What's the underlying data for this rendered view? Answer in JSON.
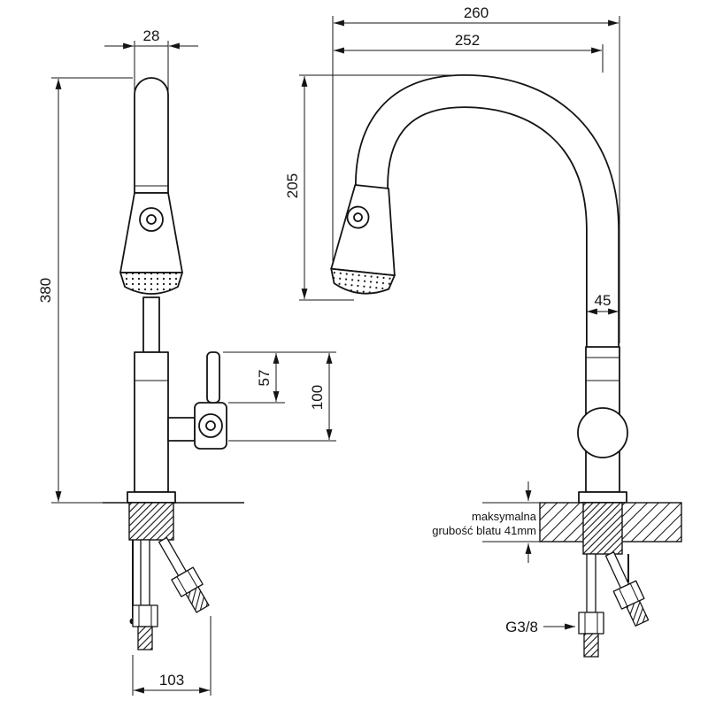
{
  "drawing": {
    "front_view": {
      "dim_spout_width": "28",
      "dim_overall_height": "380",
      "dim_lever_height": "57",
      "dim_handle_height": "100",
      "dim_base_span": "103"
    },
    "side_view": {
      "dim_overall_depth": "260",
      "dim_spout_reach": "252",
      "dim_spout_height": "205",
      "dim_body_depth": "45",
      "note_max_thickness_line1": "maksymalna",
      "note_max_thickness_line2": "grubość blatu 41mm",
      "label_thread": "G3/8"
    },
    "colors": {
      "line": "#141414",
      "background": "#ffffff"
    }
  }
}
